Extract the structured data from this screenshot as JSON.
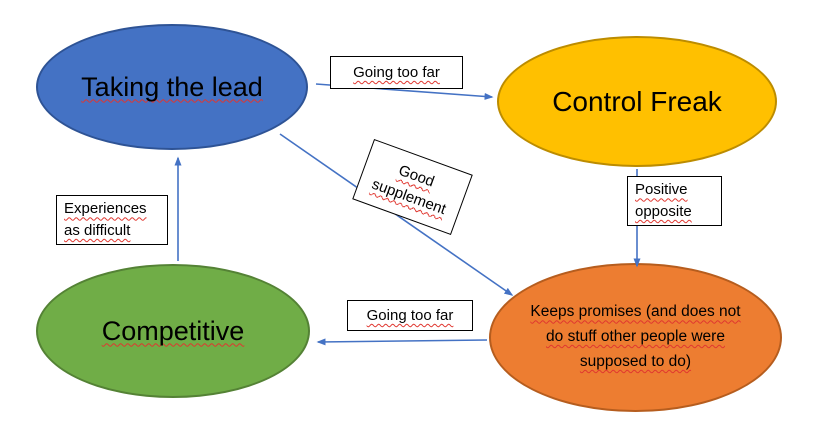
{
  "canvas": {
    "background": "#ffffff"
  },
  "palette": {
    "arrow": "#4472C4",
    "label_box_bg": "#ffffff",
    "label_box_border": "#000000",
    "spellcheck_underline": "#e0362f"
  },
  "nodes": [
    {
      "id": "taking-the-lead",
      "label": "Taking the lead",
      "fill": "#4472C4",
      "border": "#2e5395"
    },
    {
      "id": "control-freak",
      "label": "Control Freak",
      "fill": "#FFC000",
      "border": "#bc8c00"
    },
    {
      "id": "competitive",
      "label": "Competitive",
      "fill": "#70AD47",
      "border": "#548235"
    },
    {
      "id": "keeps-promises",
      "label": "Keeps promises (and does not do stuff other people were supposed to do)",
      "lines": [
        "Keeps promises (and does not",
        "do stuff other people were",
        "supposed to do)"
      ],
      "fill": "#ED7D31",
      "border": "#b65d1e"
    }
  ],
  "labels": {
    "going_too_far_top": {
      "text": "Going too far"
    },
    "good_supplement": {
      "lines": [
        "Good",
        "supplement"
      ]
    },
    "experiences_as_difficult": {
      "lines": [
        "Experiences",
        "as difficult"
      ]
    },
    "positive_opposite": {
      "lines": [
        "Positive",
        "opposite"
      ]
    },
    "going_too_far_bottom": {
      "text": "Going too far"
    }
  },
  "edges": [
    {
      "from": "taking-the-lead",
      "to": "control-freak",
      "label": "Going too far"
    },
    {
      "from": "taking-the-lead",
      "to": "keeps-promises",
      "label": "Good supplement"
    },
    {
      "from": "control-freak",
      "to": "keeps-promises",
      "label": "Positive opposite"
    },
    {
      "from": "keeps-promises",
      "to": "competitive",
      "label": "Going too far"
    },
    {
      "from": "competitive",
      "to": "taking-the-lead",
      "label": "Experiences as difficult"
    }
  ]
}
